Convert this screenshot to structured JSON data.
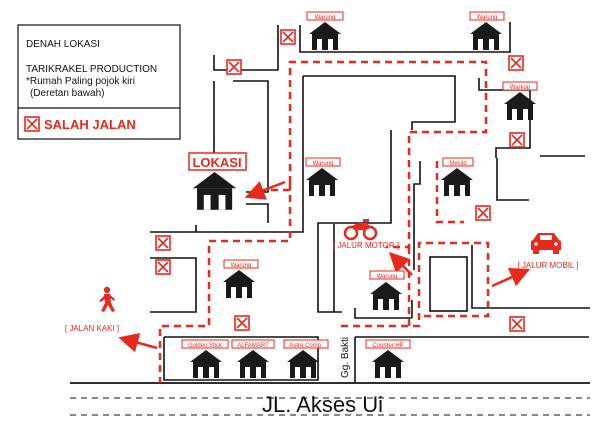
{
  "legend": {
    "heading": "DENAH LOKASI",
    "producer": "TARIKRAKEL PRODUCTION",
    "note_line1": "*Rumah Paling pojok kiri",
    "note_line2": "(Deretan bawah)",
    "wrong_way": "SALAH JALAN"
  },
  "location_label": "LOKASI",
  "road_name": "JL. Akses Ui",
  "alley_name": "Gg. Bakti",
  "labels": {
    "warung_top_center": "Warung",
    "warung_top_right": "Warung",
    "warkop": "Warkop",
    "warung_mid": "Warung",
    "mesjid": "Mesjid",
    "warung_left": "Warung",
    "warung_right": "Warung",
    "golden_stick": "Golden Stick",
    "alfamart": "ALFAMART",
    "astro": "Astro Comp.",
    "counter_hp": "Counter HP"
  },
  "routes": {
    "motor": "[ JALUR MOTOR ]",
    "car": "[ JALUR MOBIL ]",
    "walk": "[ JALAN KAKI ]"
  },
  "colors": {
    "route": "#e8291c",
    "building": "#1a1a1a",
    "outline": "#111111"
  }
}
